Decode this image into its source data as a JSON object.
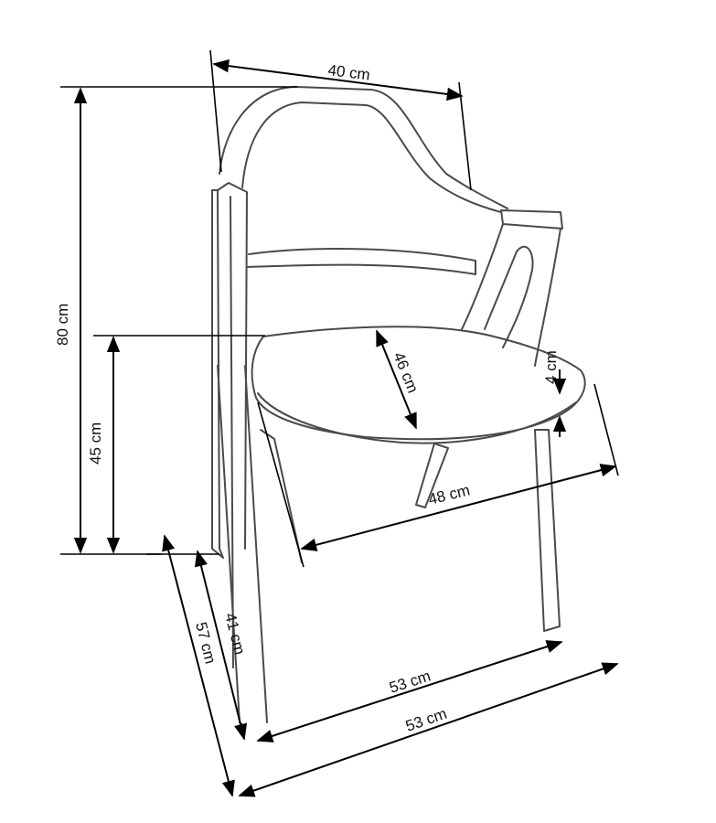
{
  "diagram": {
    "dimensions": {
      "backrest_width": "40 cm",
      "total_height": "80 cm",
      "seat_height": "45 cm",
      "seat_depth": "46 cm",
      "seat_thickness": "4 cm",
      "seat_width": "48 cm",
      "leg_depth": "41 cm",
      "total_depth": "57 cm",
      "leg_width": "53 cm",
      "total_width": "53 cm"
    }
  }
}
